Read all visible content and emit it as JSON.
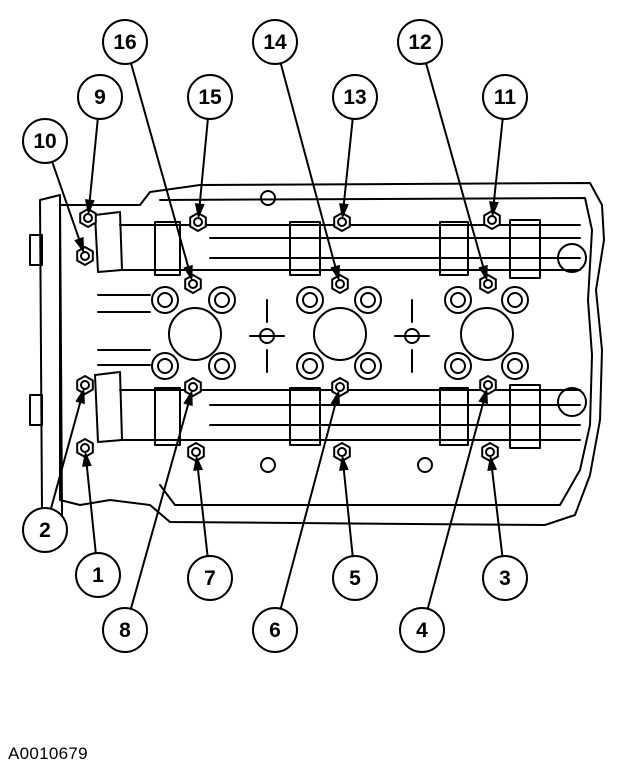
{
  "figure_id": "A0010679",
  "colors": {
    "line": "#000000",
    "background": "#ffffff"
  },
  "callouts": [
    {
      "label": "1"
    },
    {
      "label": "2"
    },
    {
      "label": "3"
    },
    {
      "label": "4"
    },
    {
      "label": "5"
    },
    {
      "label": "6"
    },
    {
      "label": "7"
    },
    {
      "label": "8"
    },
    {
      "label": "9"
    },
    {
      "label": "10"
    },
    {
      "label": "11"
    },
    {
      "label": "12"
    },
    {
      "label": "13"
    },
    {
      "label": "14"
    },
    {
      "label": "15"
    },
    {
      "label": "16"
    }
  ]
}
